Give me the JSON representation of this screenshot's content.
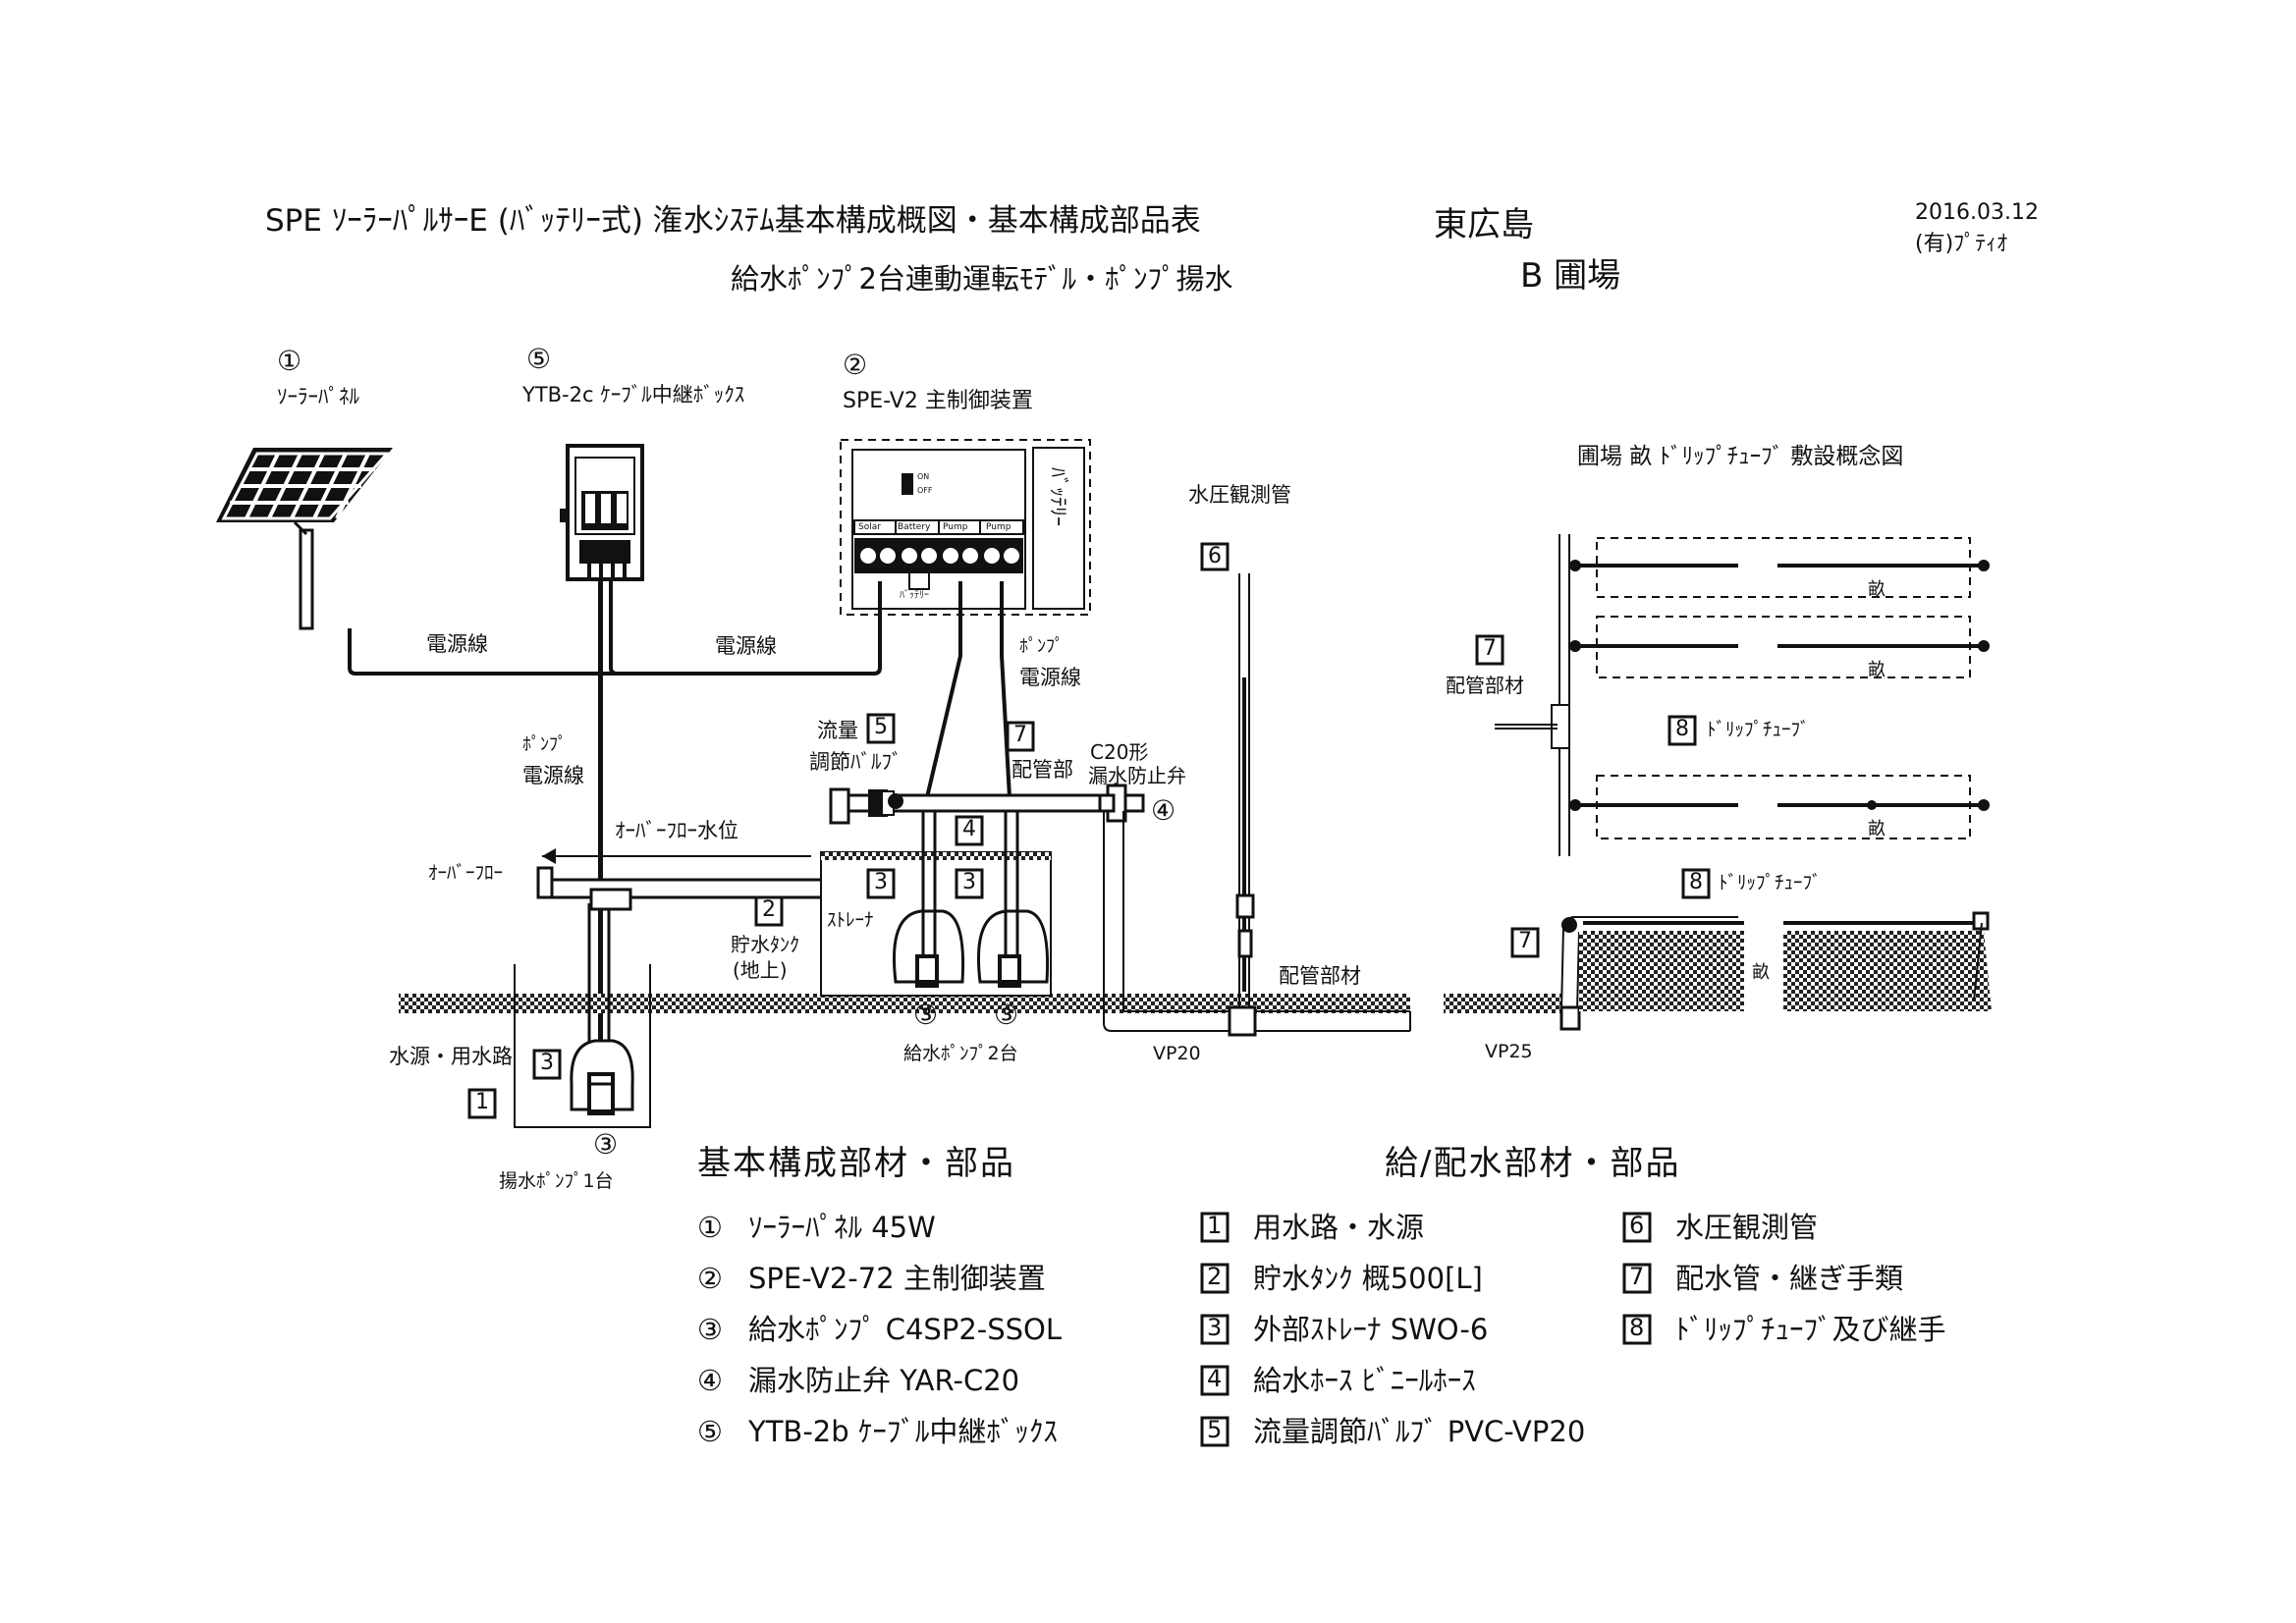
{
  "header": {
    "title": "SPE ｿｰﾗｰﾊﾟﾙｻｰE (ﾊﾞｯﾃﾘｰ式) 潅水ｼｽﾃﾑ基本構成概図・基本構成部品表",
    "subtitle": "給水ﾎﾟﾝﾌﾟ2台連動運転ﾓﾃﾞﾙ・ﾎﾟﾝﾌﾟ揚水",
    "location": "東広島",
    "field": "B 圃場",
    "date": "2016.03.12",
    "company": "(有)ﾌﾟﾃｨｵ"
  },
  "diagram": {
    "marks": {
      "c1": "①",
      "c2": "②",
      "c3": "③",
      "c4": "④",
      "c5": "⑤",
      "b1": "1",
      "b2": "2",
      "b3": "3",
      "b4": "4",
      "b5": "5",
      "b6": "6",
      "b7": "7",
      "b8": "8"
    },
    "solar_panel": "ｿｰﾗｰﾊﾟﾈﾙ",
    "relay_box": "YTB-2c ｹｰﾌﾞﾙ中継ﾎﾞｯｸｽ",
    "controller": "SPE-V2 主制御装置",
    "battery": "ﾊﾞｯﾃﾘｰ",
    "terminals": [
      "Solar",
      "Battery",
      "Pump",
      "Pump"
    ],
    "switch_on": "ON",
    "switch_off": "OFF",
    "terminal_battery": "ﾊﾞｯﾃﾘｰ",
    "power_line": "電源線",
    "pump_power_line_1": "ﾎﾟﾝﾌﾟ",
    "pump_power_line_2": "電源線",
    "pressure_tube": "水圧観測管",
    "flow_valve_1": "流量",
    "flow_valve_2": "調節ﾊﾞﾙﾌﾞ",
    "piping_part": "配管部",
    "check_valve_1": "C20形",
    "check_valve_2": "漏水防止弁",
    "overflow_level": "ｵｰﾊﾞｰﾌﾛｰ水位",
    "overflow": "ｵｰﾊﾞｰﾌﾛｰ",
    "storage_tank_1": "貯水ﾀﾝｸ",
    "storage_tank_2": "(地上)",
    "strainer": "ｽﾄﾚｰﾅ",
    "supply_pumps": "給水ﾎﾟﾝﾌﾟ2台",
    "water_source": "水源・用水路",
    "lift_pump": "揚水ﾎﾟﾝﾌﾟ1台",
    "piping_material": "配管部材",
    "vp20": "VP20",
    "vp25": "VP25",
    "layout_title": "圃場 畝 ﾄﾞﾘｯﾌﾟﾁｭｰﾌﾞ 敷設概念図",
    "pipe_material": "配管部材",
    "drip_tube": "ﾄﾞﾘｯﾌﾟﾁｭｰﾌﾞ",
    "ridge": "畝"
  },
  "parts": {
    "basic_title": "基本構成部材・部品",
    "basic": [
      {
        "num": "①",
        "text": "ｿｰﾗｰﾊﾟﾈﾙ 45W"
      },
      {
        "num": "②",
        "text": "SPE-V2-72 主制御装置"
      },
      {
        "num": "③",
        "text": "給水ﾎﾟﾝﾌﾟ C4SP2-SSOL"
      },
      {
        "num": "④",
        "text": "漏水防止弁 YAR-C20"
      },
      {
        "num": "⑤",
        "text": "YTB-2b ｹｰﾌﾞﾙ中継ﾎﾞｯｸｽ"
      }
    ],
    "supply_title": "給/配水部材・部品",
    "supply_left": [
      {
        "num": "1",
        "text": "用水路・水源"
      },
      {
        "num": "2",
        "text": "貯水ﾀﾝｸ 概500[L]"
      },
      {
        "num": "3",
        "text": "外部ｽﾄﾚｰﾅ SWO-6"
      },
      {
        "num": "4",
        "text": "給水ﾎｰｽ ﾋﾞﾆｰﾙﾎｰｽ"
      },
      {
        "num": "5",
        "text": "流量調節ﾊﾞﾙﾌﾞ PVC-VP20"
      }
    ],
    "supply_right": [
      {
        "num": "6",
        "text": "水圧観測管"
      },
      {
        "num": "7",
        "text": "配水管・継ぎ手類"
      },
      {
        "num": "8",
        "text": "ﾄﾞﾘｯﾌﾟﾁｭｰﾌﾞ及び継手"
      }
    ]
  }
}
